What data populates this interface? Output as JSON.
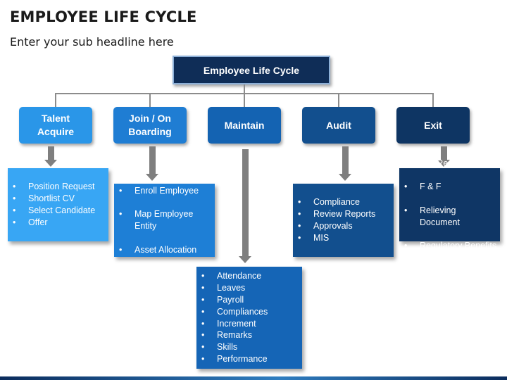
{
  "header": {
    "title": "EMPLOYEE LIFE CYCLE",
    "subtitle": "Enter your sub headline here"
  },
  "diagram": {
    "root_label": "Employee Life Cycle",
    "categories": [
      {
        "label": "Talent\nAcquire",
        "color": "#2a96e8",
        "items": [
          "Position Request",
          "Shortlist CV",
          "Select Candidate",
          "Offer"
        ]
      },
      {
        "label": "Join / On\nBoarding",
        "color": "#1f7dd3",
        "items": [
          "Enroll Employee",
          "Map Employee\nEntity",
          "Asset Allocation"
        ]
      },
      {
        "label": "Maintain",
        "color": "#1463b2",
        "items": [
          "Attendance",
          "Leaves",
          "Payroll",
          "Compliances",
          "Increment",
          "Remarks",
          "Skills",
          "Performance"
        ]
      },
      {
        "label": "Audit",
        "color": "#124f8e",
        "items": [
          "Compliance",
          "Review Reports",
          "Approvals",
          "MIS"
        ]
      },
      {
        "label": "Exit",
        "color": "#0e3563",
        "items": [
          "Exit Remarks",
          "F & F",
          "Relieving\nDocument",
          "Regulatory Benefits"
        ]
      }
    ]
  }
}
